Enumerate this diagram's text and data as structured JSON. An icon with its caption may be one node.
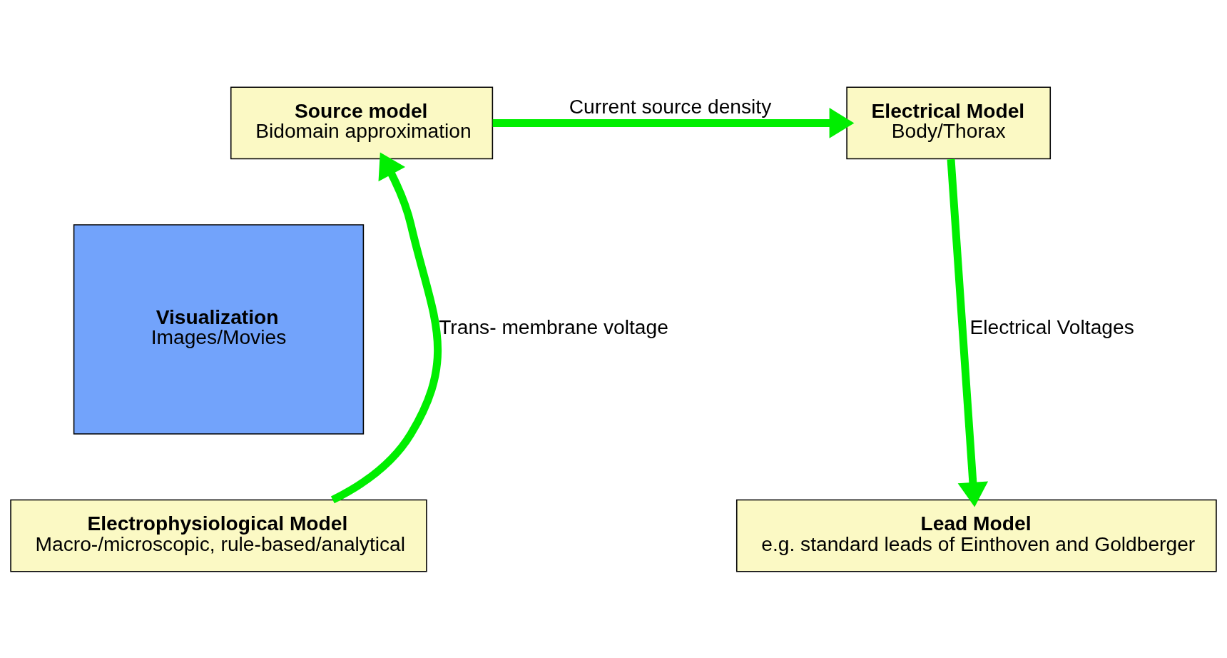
{
  "diagram": {
    "nodes": [
      {
        "text": [
          "Source model",
          "Bidomain approximation"
        ]
      },
      {
        "text": [
          "Electrical Model",
          "Body/Thorax"
        ]
      },
      {
        "text": [
          "Visualization",
          "Images/Movies"
        ]
      },
      {
        "text": [
          "Electrophysiological Model",
          "Macro-/microscopic, rule-based/analytical"
        ]
      },
      {
        "text": [
          "Lead Model",
          "e.g. standard leads of Einthoven and Goldberger"
        ]
      }
    ],
    "edges": [
      {
        "from": 0,
        "to": 1,
        "arrow": "to",
        "label": "Current source density"
      },
      {
        "from": 1,
        "to": 4,
        "arrow": "to",
        "label": "Electrical Voltages"
      },
      {
        "from": 3,
        "to": 0,
        "arrow": "to",
        "label": "Trans- membrane voltage"
      }
    ]
  }
}
